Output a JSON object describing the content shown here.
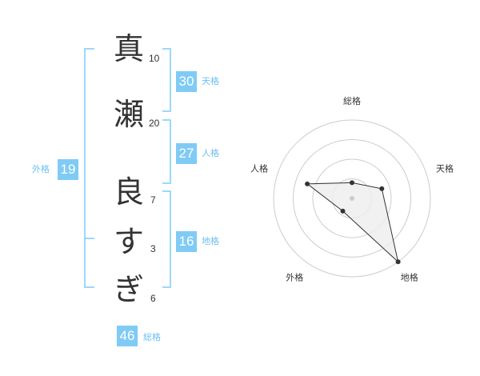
{
  "name_chars": [
    {
      "char": "真",
      "strokes": "10"
    },
    {
      "char": "瀬",
      "strokes": "20"
    },
    {
      "char": "良",
      "strokes": "7"
    },
    {
      "char": "す",
      "strokes": "3"
    },
    {
      "char": "ぎ",
      "strokes": "6"
    }
  ],
  "kaku": {
    "tenkaku": {
      "value": "30",
      "label": "天格"
    },
    "jinkaku": {
      "value": "27",
      "label": "人格"
    },
    "chikaku": {
      "value": "16",
      "label": "地格"
    },
    "gaikaku": {
      "value": "19",
      "label": "外格"
    },
    "soukaku": {
      "value": "46",
      "label": "総格"
    }
  },
  "radar": {
    "axes": [
      "総格",
      "天格",
      "地格",
      "外格",
      "人格"
    ],
    "values": [
      0.2,
      0.4,
      1.0,
      0.2,
      0.6
    ],
    "rings": 4,
    "colors": {
      "line": "#333333",
      "fill": "#eeeeee",
      "ring": "#cccccc",
      "dot": "#333333",
      "center": "#cccccc"
    }
  },
  "colors": {
    "accent": "#7fcbf5",
    "accent_text": "#6cc0f0",
    "bracket": "#7fcbf5",
    "text": "#333333"
  }
}
